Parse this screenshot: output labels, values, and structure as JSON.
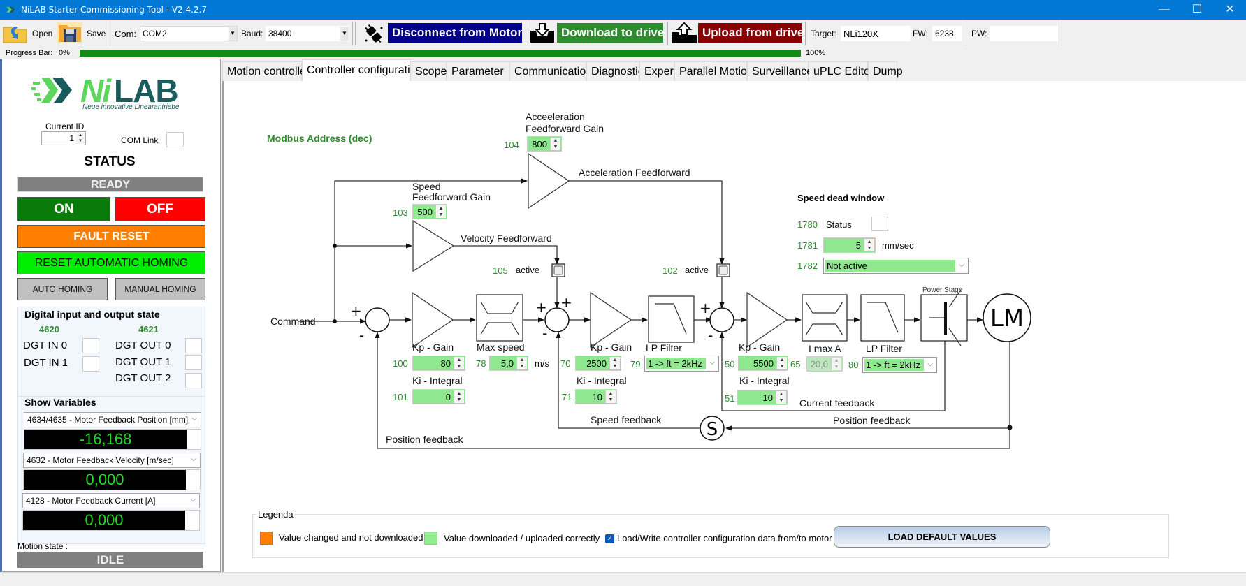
{
  "window": {
    "title": "NiLAB Starter Commissioning Tool - V2.4.2.7",
    "controls": {
      "minimize": "—",
      "maximize": "☐",
      "close": "✕"
    }
  },
  "toolbar": {
    "open_label": "Open",
    "save_label": "Save",
    "com_label": "Com:",
    "com_value": "COM2",
    "baud_label": "Baud:",
    "baud_value": "38400",
    "disconnect_label": "Disconnect from Motor",
    "download_label": "Download to drive",
    "upload_label": "Upload from drive",
    "target_label": "Target:",
    "target_value": "NLi120X",
    "fw_label": "FW:",
    "fw_value": "6238",
    "pw_label": "PW:",
    "pw_value": "",
    "colors": {
      "disconnect": "#00008b",
      "download": "#2e8b2e",
      "upload": "#8b0000"
    }
  },
  "progress": {
    "label": "Progress Bar:",
    "min_label": "0%",
    "max_label": "100%",
    "value_percent": 100
  },
  "left": {
    "logo_text": "NiLAB",
    "logo_tagline": "Neue innovative Linearantriebe",
    "current_id_label": "Current ID",
    "current_id_value": "1",
    "com_link_label": "COM Link",
    "status_heading": "STATUS",
    "status_value": "READY",
    "on_label": "ON",
    "off_label": "OFF",
    "fault_reset_label": "FAULT RESET",
    "reset_homing_label": "RESET AUTOMATIC HOMING",
    "auto_homing_label": "AUTO HOMING",
    "manual_homing_label": "MANUAL HOMING",
    "dio": {
      "title": "Digital input and output state",
      "in_addr": "4620",
      "out_addr": "4621",
      "inputs": [
        "DGT IN 0",
        "DGT IN 1"
      ],
      "outputs": [
        "DGT OUT 0",
        "DGT OUT 1",
        "DGT OUT 2"
      ]
    },
    "show_vars": {
      "title": "Show Variables",
      "vars": [
        {
          "select": "4634/4635 - Motor Feedback Position [mm]",
          "value": "-16,168"
        },
        {
          "select": "4632 - Motor Feedback Velocity [m/sec]",
          "value": "0,000"
        },
        {
          "select": "4128 - Motor Feedback Current [A]",
          "value": "0,000"
        }
      ]
    },
    "motion_state_label": "Motion state :",
    "motion_state_value": "IDLE"
  },
  "tabs": [
    {
      "label": "Motion controller",
      "active": false
    },
    {
      "label": "Controller configuration",
      "active": true
    },
    {
      "label": "Scope",
      "active": false
    },
    {
      "label": "Parameter",
      "active": false
    },
    {
      "label": "Communication",
      "active": false
    },
    {
      "label": "Diagnostic",
      "active": false
    },
    {
      "label": "Expert",
      "active": false
    },
    {
      "label": "Parallel Motion",
      "active": false
    },
    {
      "label": "Surveillance",
      "active": false
    },
    {
      "label": "uPLC Editor",
      "active": false
    },
    {
      "label": "Dump",
      "active": false
    }
  ],
  "diagram": {
    "modbus_title": "Modbus Address (dec)",
    "command_label": "Command",
    "accel_ff": {
      "title1": "Acceeleration",
      "title2": "Feedforward Gain",
      "addr": "104",
      "value": "800",
      "line_label": "Acceleration Feedforward"
    },
    "speed_ff": {
      "title1": "Speed",
      "title2": "Feedforward Gain",
      "addr": "103",
      "value": "500",
      "line_label": "Velocity Feedforward"
    },
    "vel_ff_active": {
      "addr": "105",
      "label": "active"
    },
    "acc_ff_active": {
      "addr": "102",
      "label": "active"
    },
    "pos": {
      "kp_label": "Kp - Gain",
      "kp_addr": "100",
      "kp_value": "80",
      "ki_label": "Ki - Integral",
      "ki_addr": "101",
      "ki_value": "0"
    },
    "max_speed": {
      "label": "Max speed",
      "addr": "78",
      "value": "5,0",
      "unit": "m/s"
    },
    "speed": {
      "kp_label": "Kp - Gain",
      "kp_addr": "70",
      "kp_value": "2500",
      "ki_label": "Ki - Integral",
      "ki_addr": "71",
      "ki_value": "10"
    },
    "lp1": {
      "label": "LP Filter",
      "addr": "79",
      "value": "1 -> ft = 2kHz"
    },
    "current": {
      "kp_label": "Kp - Gain",
      "kp_addr": "50",
      "kp_value": "5500",
      "ki_label": "Ki - Integral",
      "ki_addr": "51",
      "ki_value": "10"
    },
    "imax": {
      "label": "I max  A",
      "addr": "65",
      "value": "20,0"
    },
    "lp2": {
      "label": "LP Filter",
      "addr": "80",
      "value": "1 -> ft = 2kHz"
    },
    "power_stage_label": "Power Stage",
    "motor_label": "LM",
    "sensor_label": "S",
    "current_feedback_label": "Current feedback",
    "speed_feedback_label": "Speed feedback",
    "position_feedback_label": "Position feedback",
    "position_feedback_label2": "Position feedback",
    "plus": "+",
    "minus": "-",
    "dead_window": {
      "title": "Speed dead window",
      "status_addr": "1780",
      "status_label": "Status",
      "value_addr": "1781",
      "value": "5",
      "unit": "mm/sec",
      "mode_addr": "1782",
      "mode": "Not active"
    }
  },
  "legend": {
    "title": "Legenda",
    "changed_label": "Value changed and not downloaded",
    "ok_label": "Value downloaded / uploaded correctly",
    "checkbox_label": "Load/Write controller configuration data from/to motor",
    "checkbox_checked": true,
    "default_button": "LOAD DEFAULT VALUES",
    "colors": {
      "changed": "#ff8000",
      "ok": "#90ee90"
    }
  }
}
